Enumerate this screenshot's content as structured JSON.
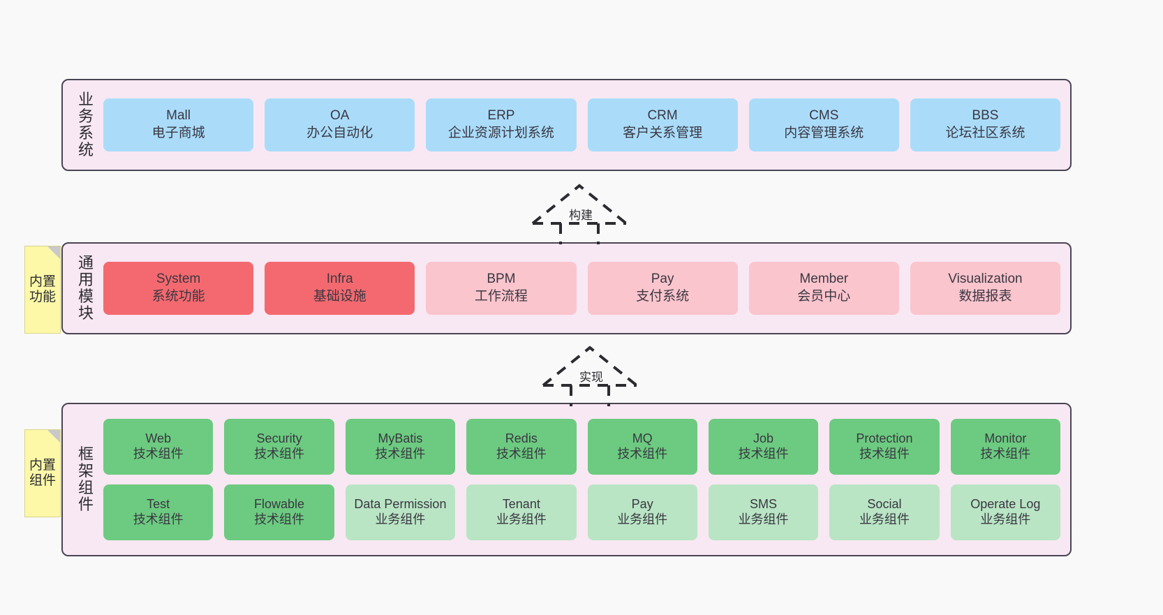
{
  "canvas": {
    "background": "#f9f9f9",
    "panel_fill": "#f8e8f3",
    "panel_border": "#4a4453"
  },
  "colors": {
    "blue": "#aadcfa",
    "red": "#f4696f",
    "pink": "#fbc5cd",
    "green": "#6ccb80",
    "green_light": "#b9e5c4",
    "note_yellow": "#fcf8a8"
  },
  "layers": [
    {
      "id": "business",
      "label": "业务系统",
      "rows": [
        [
          {
            "title": "Mall",
            "subtitle": "电子商城",
            "color": "blue"
          },
          {
            "title": "OA",
            "subtitle": "办公自动化",
            "color": "blue"
          },
          {
            "title": "ERP",
            "subtitle": "企业资源计划系统",
            "color": "blue"
          },
          {
            "title": "CRM",
            "subtitle": "客户关系管理",
            "color": "blue"
          },
          {
            "title": "CMS",
            "subtitle": "内容管理系统",
            "color": "blue"
          },
          {
            "title": "BBS",
            "subtitle": "论坛社区系统",
            "color": "blue"
          }
        ]
      ]
    },
    {
      "id": "common",
      "label": "通用模块",
      "note": "内置功能",
      "rows": [
        [
          {
            "title": "System",
            "subtitle": "系统功能",
            "color": "red"
          },
          {
            "title": "Infra",
            "subtitle": "基础设施",
            "color": "red"
          },
          {
            "title": "BPM",
            "subtitle": "工作流程",
            "color": "pink"
          },
          {
            "title": "Pay",
            "subtitle": "支付系统",
            "color": "pink"
          },
          {
            "title": "Member",
            "subtitle": "会员中心",
            "color": "pink"
          },
          {
            "title": "Visualization",
            "subtitle": "数据报表",
            "color": "pink"
          }
        ]
      ]
    },
    {
      "id": "framework",
      "label": "框架组件",
      "note": "内置组件",
      "rows": [
        [
          {
            "title": "Web",
            "subtitle": "技术组件",
            "color": "green"
          },
          {
            "title": "Security",
            "subtitle": "技术组件",
            "color": "green"
          },
          {
            "title": "MyBatis",
            "subtitle": "技术组件",
            "color": "green"
          },
          {
            "title": "Redis",
            "subtitle": "技术组件",
            "color": "green"
          },
          {
            "title": "MQ",
            "subtitle": "技术组件",
            "color": "green"
          },
          {
            "title": "Job",
            "subtitle": "技术组件",
            "color": "green"
          },
          {
            "title": "Protection",
            "subtitle": "技术组件",
            "color": "green"
          },
          {
            "title": "Monitor",
            "subtitle": "技术组件",
            "color": "green"
          }
        ],
        [
          {
            "title": "Test",
            "subtitle": "技术组件",
            "color": "green"
          },
          {
            "title": "Flowable",
            "subtitle": "技术组件",
            "color": "green"
          },
          {
            "title": "Data Permission",
            "subtitle": "业务组件",
            "color": "green_light"
          },
          {
            "title": "Tenant",
            "subtitle": "业务组件",
            "color": "green_light"
          },
          {
            "title": "Pay",
            "subtitle": "业务组件",
            "color": "green_light"
          },
          {
            "title": "SMS",
            "subtitle": "业务组件",
            "color": "green_light"
          },
          {
            "title": "Social",
            "subtitle": "业务组件",
            "color": "green_light"
          },
          {
            "title": "Operate Log",
            "subtitle": "业务组件",
            "color": "green_light"
          }
        ]
      ]
    }
  ],
  "connectors": [
    {
      "id": "build",
      "label": "构建",
      "style": "dashed-generalization",
      "direction": "up"
    },
    {
      "id": "impl",
      "label": "实现",
      "style": "dashed-generalization",
      "direction": "up"
    }
  ]
}
